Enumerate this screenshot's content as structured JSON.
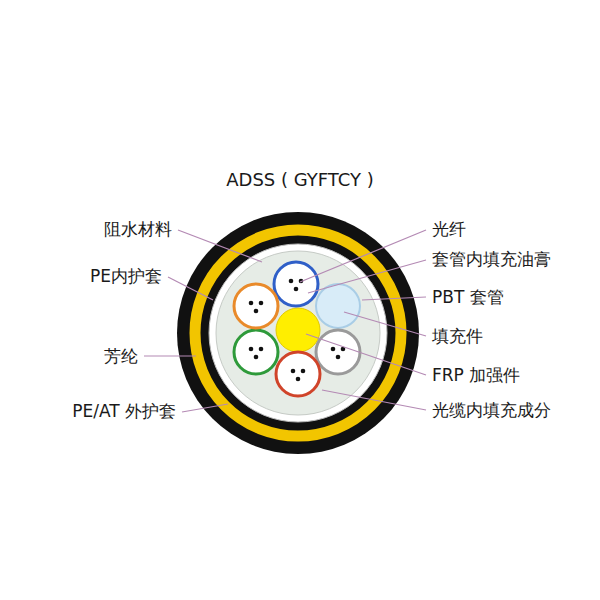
{
  "diagram": {
    "title": "ADSS ( GYFTCY )",
    "labels": [
      "阻水材料",
      "PE内护套",
      "芳纶",
      "PE/AT 外护套",
      "光纤",
      "套管内填充油膏",
      "PBT 套管",
      "填充件",
      "FRP 加强件",
      "光缆内填充成分"
    ]
  }
}
